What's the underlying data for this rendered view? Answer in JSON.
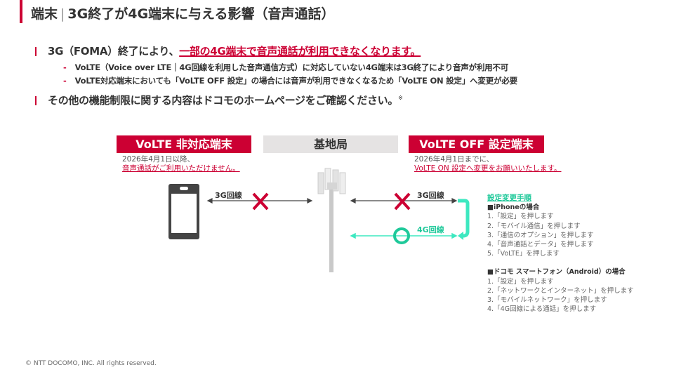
{
  "header": {
    "title_part1": "端末",
    "title_part2": "3G終了が4G端末に与える影響（音声通話）"
  },
  "bullets": [
    {
      "text_plain": "3G（FOMA）終了により、",
      "text_emph": "一部の4G端末で音声通話が利用できなくなります。"
    },
    {
      "text": "その他の機能制限に関する内容はドコモのホームページをご確認ください。",
      "mark": "※"
    }
  ],
  "sub_bullets": [
    {
      "dash": "-",
      "text": "VoLTE（Voice over LTE｜4G回線を利用した音声通信方式）に対応していない4G端末は3G終了により音声が利用不可"
    },
    {
      "dash": "-",
      "text": "VoLTE対応端末においても「VoLTE OFF 設定」の場合には音声が利用できなくなるため「VoLTE ON 設定」へ変更が必要"
    }
  ],
  "diagram": {
    "left_box": "VoLTE 非対応端末",
    "center_box": "基地局",
    "right_box": "VoLTE OFF 設定端末",
    "left_note_line1": "2026年4月1日以降、",
    "left_note_line2": "音声通話がご利用いただけません。",
    "right_note_line1": "2026年4月1日までに、",
    "right_note_line2": "VoLTE ON 設定へ変更をお願いいたします。",
    "left_line_label": "3G回線",
    "right_3g_label": "3G回線",
    "right_4g_label": "4G回線"
  },
  "steps": {
    "title": "設定変更手順",
    "iphone_heading": "■iPhoneの場合",
    "iphone": [
      "1.「設定」を押します",
      "2.「モバイル通信」を押します",
      "3.「通信のオプション」を押します",
      "4.「音声通話とデータ」を押します",
      "5.「VoLTE」を押します"
    ],
    "android_heading": "■ドコモ スマートフォン（Android）の場合",
    "android": [
      "1.「設定」を押します",
      "2.「ネットワークとインターネット」を押します",
      "3.「モバイルネットワーク」を押します",
      "4.「4G回線による通話」を押します"
    ]
  },
  "footer": "© NTT DOCOMO, INC. All rights reserved.",
  "colors": {
    "accent": "#cc0033",
    "teal": "#3de8c0",
    "ok": "#1fc99a"
  }
}
